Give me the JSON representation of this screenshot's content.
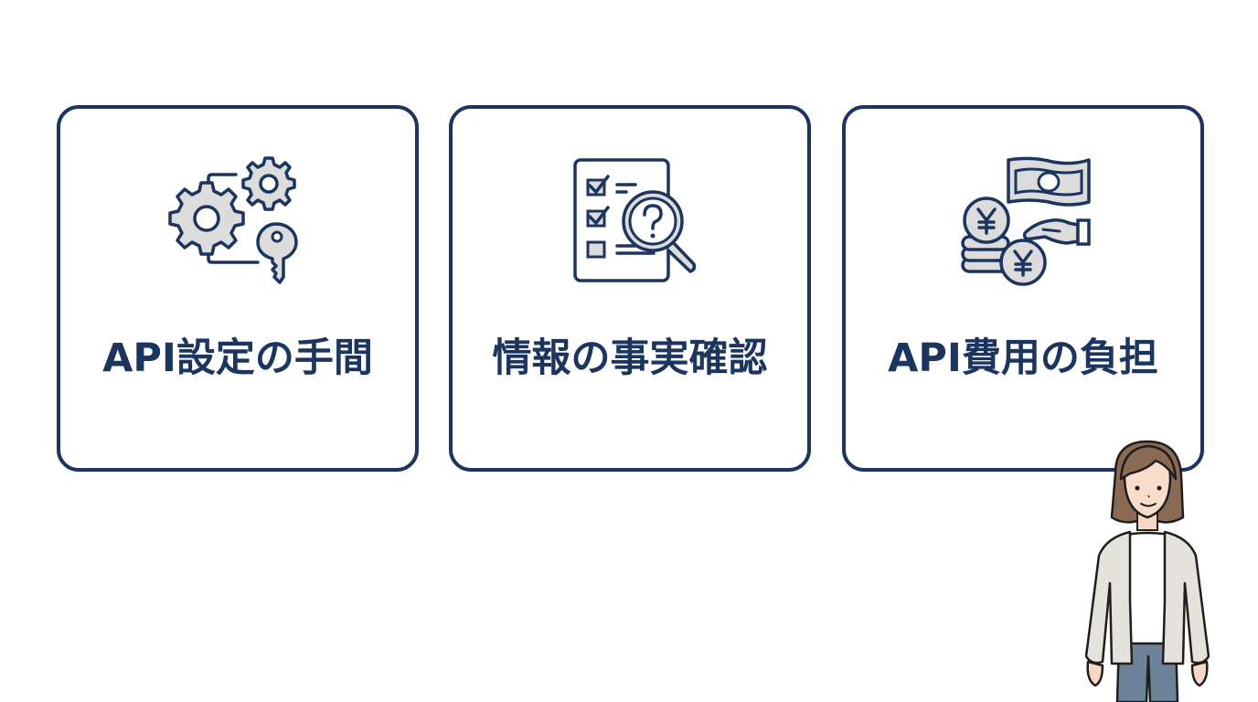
{
  "colors": {
    "navy": "#1b355f",
    "icon_fill": "#dcdcdc",
    "background": "#ffffff"
  },
  "cards": [
    {
      "title": "API設定の手間",
      "icon": "gears-and-key-icon"
    },
    {
      "title": "情報の事実確認",
      "icon": "checklist-magnifier-question-icon"
    },
    {
      "title": "API費用の負担",
      "icon": "yen-coins-banknote-hand-icon"
    }
  ],
  "presenter": {
    "description": "woman-presenter-illustration"
  }
}
